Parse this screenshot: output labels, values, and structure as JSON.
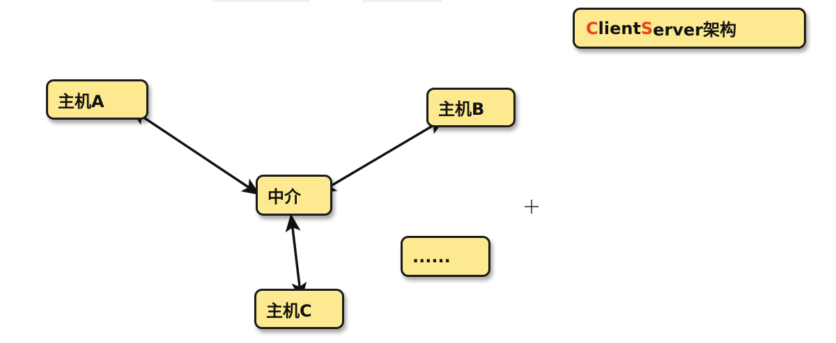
{
  "title": {
    "initial_c": "C",
    "rest_client": "lient ",
    "initial_s": "S",
    "rest_server": "erver架构"
  },
  "nodes": {
    "host_a": "主机A",
    "host_b": "主机B",
    "host_c": "主机C",
    "broker": "中介",
    "more": "......"
  },
  "colors": {
    "node_fill": "#fde98f",
    "node_border": "#1a1a1a",
    "accent": "#e8431b"
  },
  "icons": {
    "cursor": "crosshair-cursor-icon"
  }
}
